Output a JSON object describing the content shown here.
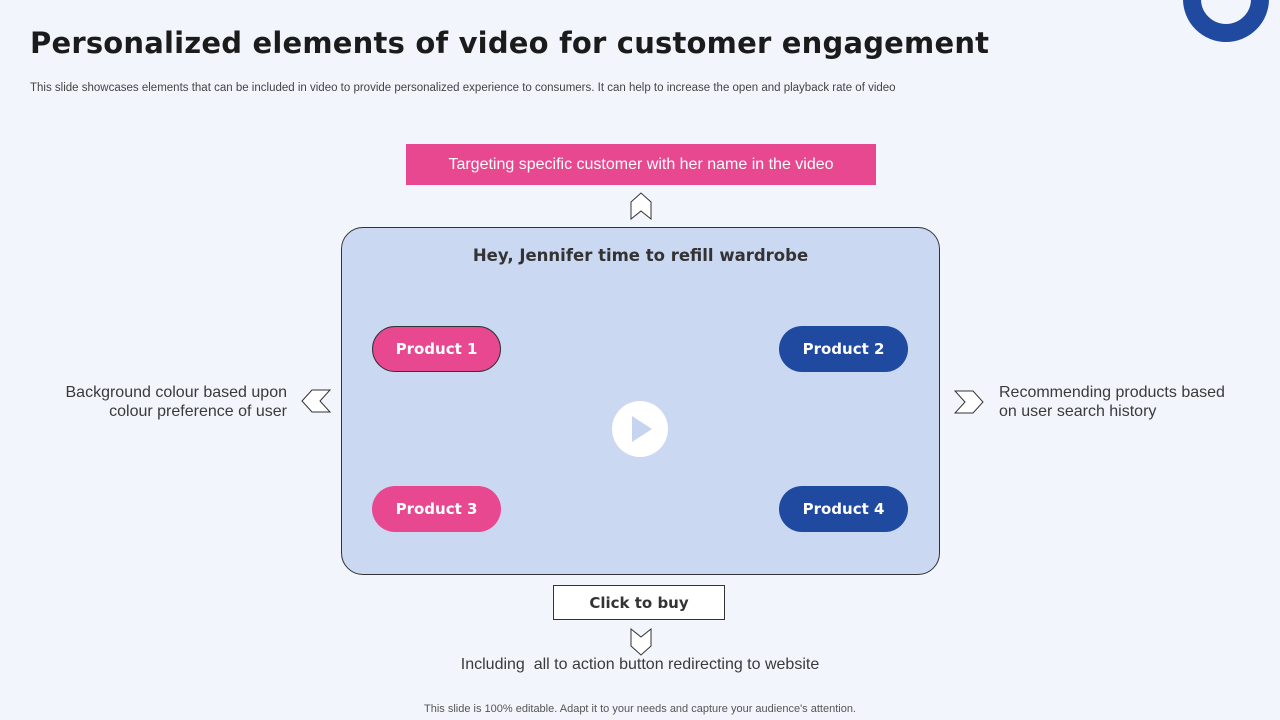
{
  "slide": {
    "title": "Personalized elements of video for customer engagement",
    "subtitle": "This slide showcases elements that can be included in video to provide personalized experience to consumers. It can help to increase the open and playback rate of video",
    "footer": "This slide is 100% editable. Adapt it to your needs and capture your audience's attention."
  },
  "diagram": {
    "top_banner": "Targeting specific customer with her name in the video",
    "panel_heading": "Hey, Jennifer time to refill wardrobe",
    "products": [
      "Product 1",
      "Product 2",
      "Product 3",
      "Product 4"
    ],
    "left_text": [
      "Background colour based upon",
      "colour preference of user"
    ],
    "right_text": [
      "Recommending products based",
      "on user search history"
    ],
    "buy_button": "Click to buy",
    "bottom_caption": "Including  all to action button redirecting to website"
  },
  "colors": {
    "background": "#f3f5fc",
    "pink_accent": "#e7488f",
    "blue_accent": "#1f4aa0",
    "panel_fill": "#cbd8f2"
  },
  "icons": [
    "up-chevron-arrow-icon",
    "left-chevron-arrow-icon",
    "right-chevron-arrow-icon",
    "down-chevron-arrow-icon",
    "play-icon"
  ]
}
